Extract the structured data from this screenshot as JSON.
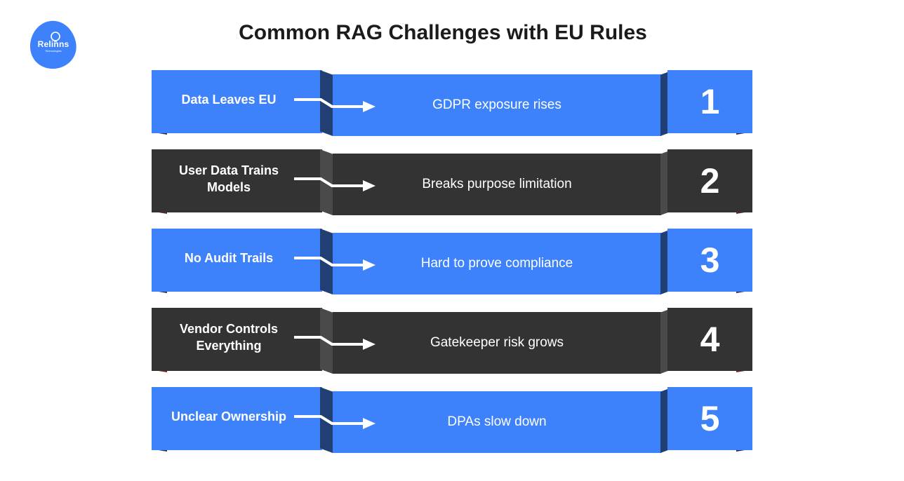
{
  "logo": {
    "text": "Relinns",
    "subtext": "Technologies",
    "color": "#3d82fb"
  },
  "title": "Common RAG Challenges with EU Rules",
  "colors": {
    "blue": "#3d82fb",
    "dark": "#333333"
  },
  "rows": [
    {
      "label": "Data Leaves EU",
      "result": "GDPR exposure rises",
      "number": "1",
      "style": "blue"
    },
    {
      "label": "User Data Trains Models",
      "result": "Breaks purpose limitation",
      "number": "2",
      "style": "dark"
    },
    {
      "label": "No Audit Trails",
      "result": "Hard to prove compliance",
      "number": "3",
      "style": "blue"
    },
    {
      "label": "Vendor Controls Everything",
      "result": "Gatekeeper risk grows",
      "number": "4",
      "style": "dark"
    },
    {
      "label": "Unclear Ownership",
      "result": "DPAs slow down",
      "number": "5",
      "style": "blue"
    }
  ]
}
